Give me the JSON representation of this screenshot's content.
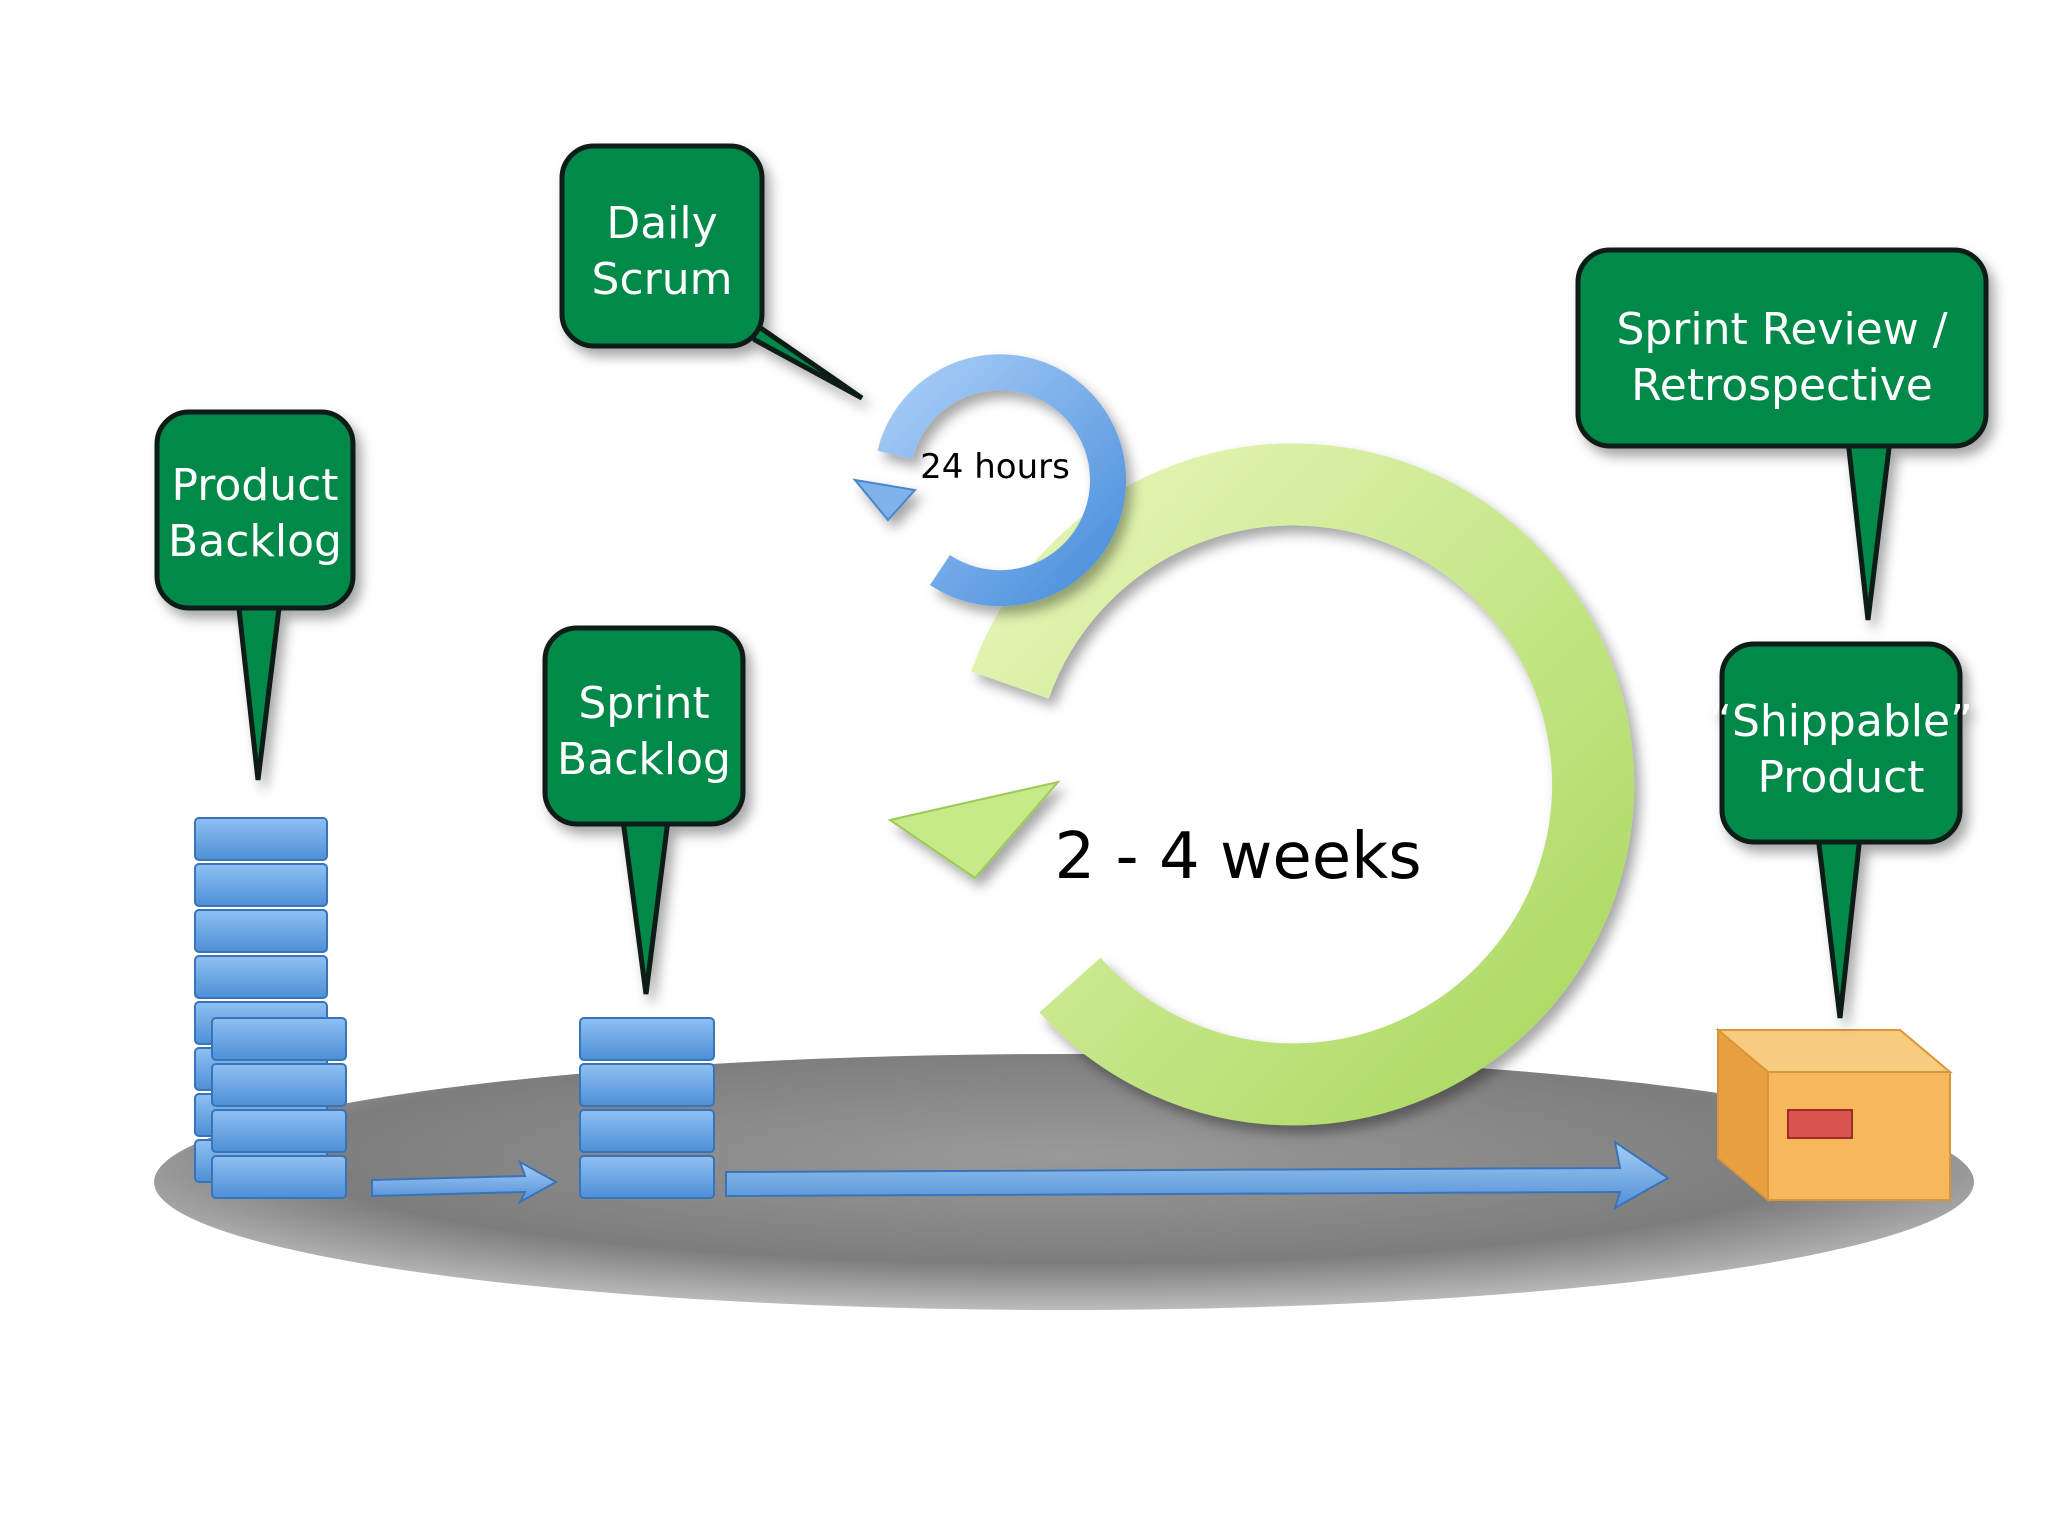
{
  "callouts": {
    "product_backlog": {
      "line1": "Product",
      "line2": "Backlog"
    },
    "sprint_backlog": {
      "line1": "Sprint",
      "line2": "Backlog"
    },
    "daily_scrum": {
      "line1": "Daily",
      "line2": "Scrum"
    },
    "sprint_review": {
      "line1": "Sprint Review /",
      "line2": "Retrospective"
    },
    "shippable_product": {
      "line1": "“Shippable”",
      "line2": "Product"
    }
  },
  "cycles": {
    "daily": {
      "label": "24 hours"
    },
    "sprint": {
      "label": "2 - 4 weeks"
    }
  },
  "colors": {
    "callout_fill": "#06894a",
    "callout_stroke": "#0a1f12",
    "block_fill": "#5b9de0",
    "small_cycle": "#6fa8e6",
    "big_cycle": "#c4e884",
    "platform": "#8a8a8a",
    "box": "#f6b85a",
    "box_label": "#d9534f"
  }
}
